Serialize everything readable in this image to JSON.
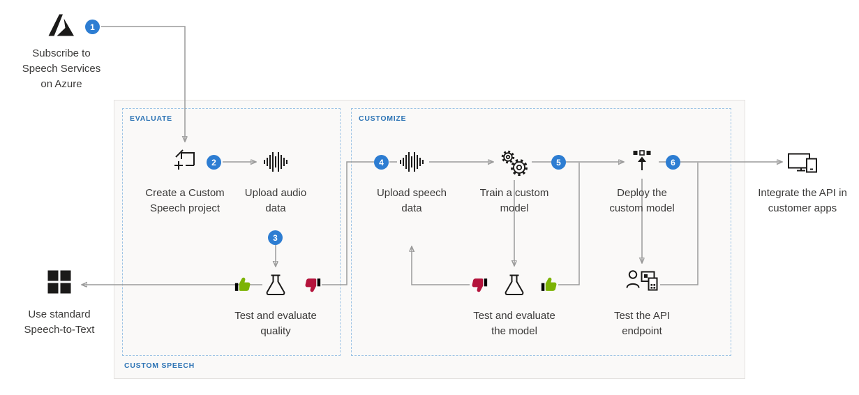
{
  "colors": {
    "badge_blue": "#2D7DD2",
    "group_label_blue": "#2E74B5",
    "dashed_border_blue": "#9CC3E5",
    "wire_gray": "#9A9A9A",
    "thumb_green": "#7CB305",
    "thumb_red": "#B4143C",
    "panel_background": "#FAF9F8"
  },
  "groups": {
    "custom_speech": "CUSTOM SPEECH",
    "evaluate": "EVALUATE",
    "customize": "CUSTOMIZE"
  },
  "steps": [
    "1",
    "2",
    "3",
    "4",
    "5",
    "6"
  ],
  "nodes": {
    "subscribe": "Subscribe to Speech Services on Azure",
    "create_project": "Create a Custom Speech project",
    "upload_audio": "Upload audio data",
    "test_quality": "Test and evaluate quality",
    "standard_stt": "Use standard Speech-to-Text",
    "upload_speech": "Upload speech data",
    "train_model": "Train a custom model",
    "deploy_model": "Deploy the custom model",
    "test_model": "Test and evaluate the model",
    "test_api": "Test the API endpoint",
    "integrate": "Integrate the API in customer apps"
  },
  "icons": {
    "subscribe": "azure-logo-icon",
    "create_project": "new-project-icon",
    "upload_audio": "waveform-icon",
    "test_quality": "flask-icon",
    "standard_stt": "four-squares-icon",
    "upload_speech": "waveform-icon",
    "train_model": "gears-icon",
    "deploy_model": "deploy-up-arrow-icon",
    "test_model": "flask-icon",
    "test_api": "person-devices-icon",
    "integrate": "devices-icon",
    "pass": "thumb-up-icon",
    "fail": "thumb-down-icon"
  }
}
